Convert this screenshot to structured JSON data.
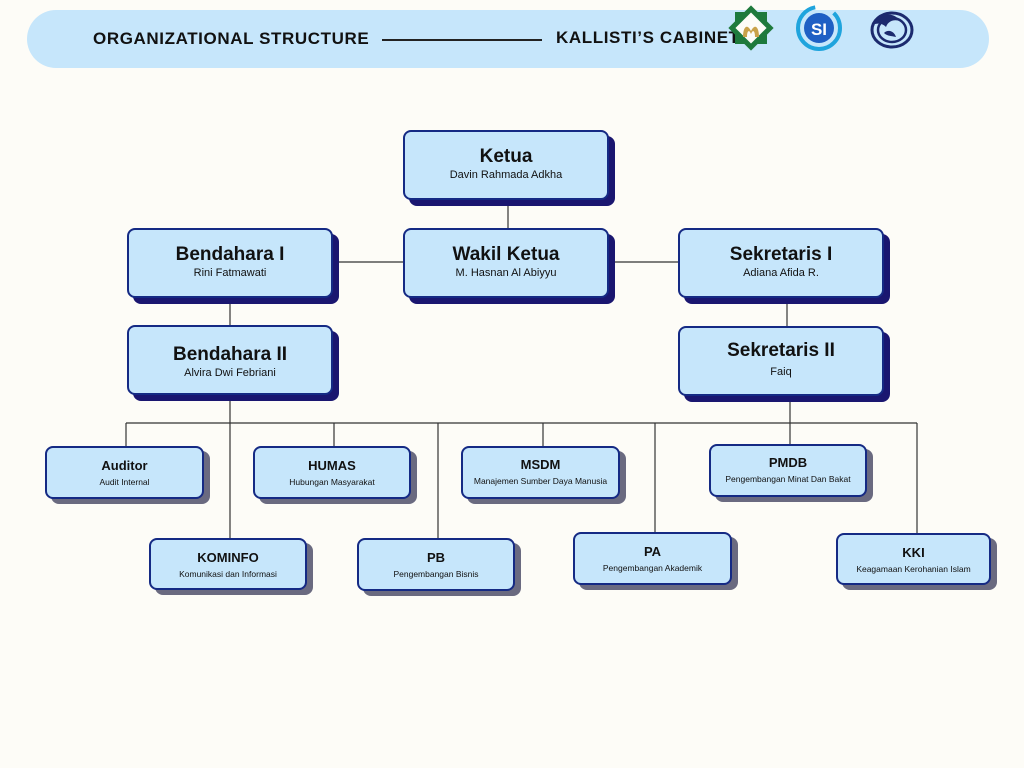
{
  "header": {
    "title": "ORGANIZATIONAL STRUCTURE",
    "cabinet": "KALLISTI’S CABINET",
    "logos": [
      "green-star-logo",
      "si-logo",
      "eagle-logo"
    ],
    "logo2_text": "SI"
  },
  "core": {
    "ketua": {
      "title": "Ketua",
      "name": "Davin Rahmada Adkha"
    },
    "wakil": {
      "title": "Wakil Ketua",
      "name": "M. Hasnan Al Abiyyu"
    },
    "bendahara1": {
      "title": "Bendahara I",
      "name": "Rini Fatmawati"
    },
    "bendahara2": {
      "title": "Bendahara II",
      "name": "Alvira Dwi Febriani"
    },
    "sekretaris1": {
      "title": "Sekretaris I",
      "name": "Adiana Afida R."
    },
    "sekretaris2": {
      "title": "Sekretaris II",
      "name": "Faiq"
    }
  },
  "divisions": {
    "auditor": {
      "title": "Auditor",
      "desc": "Audit Internal"
    },
    "humas": {
      "title": "HUMAS",
      "desc": "Hubungan Masyarakat"
    },
    "msdm": {
      "title": "MSDM",
      "desc": "Manajemen Sumber Daya Manusia"
    },
    "pmdb": {
      "title": "PMDB",
      "desc": "Pengembangan Minat Dan Bakat"
    },
    "kominfo": {
      "title": "KOMINFO",
      "desc": "Komunikasi dan Informasi"
    },
    "pb": {
      "title": "PB",
      "desc": "Pengembangan Bisnis"
    },
    "pa": {
      "title": "PA",
      "desc": "Pengembangan Akademik"
    },
    "kki": {
      "title": "KKI",
      "desc": "Keagamaan Kerohanian Islam"
    }
  },
  "colors": {
    "background": "#fdfcf7",
    "box_fill": "#c6e6fb",
    "box_border": "#152a84",
    "shadow_core": "#1a1670",
    "shadow_division": "#6a6a80",
    "connector": "#333333"
  }
}
